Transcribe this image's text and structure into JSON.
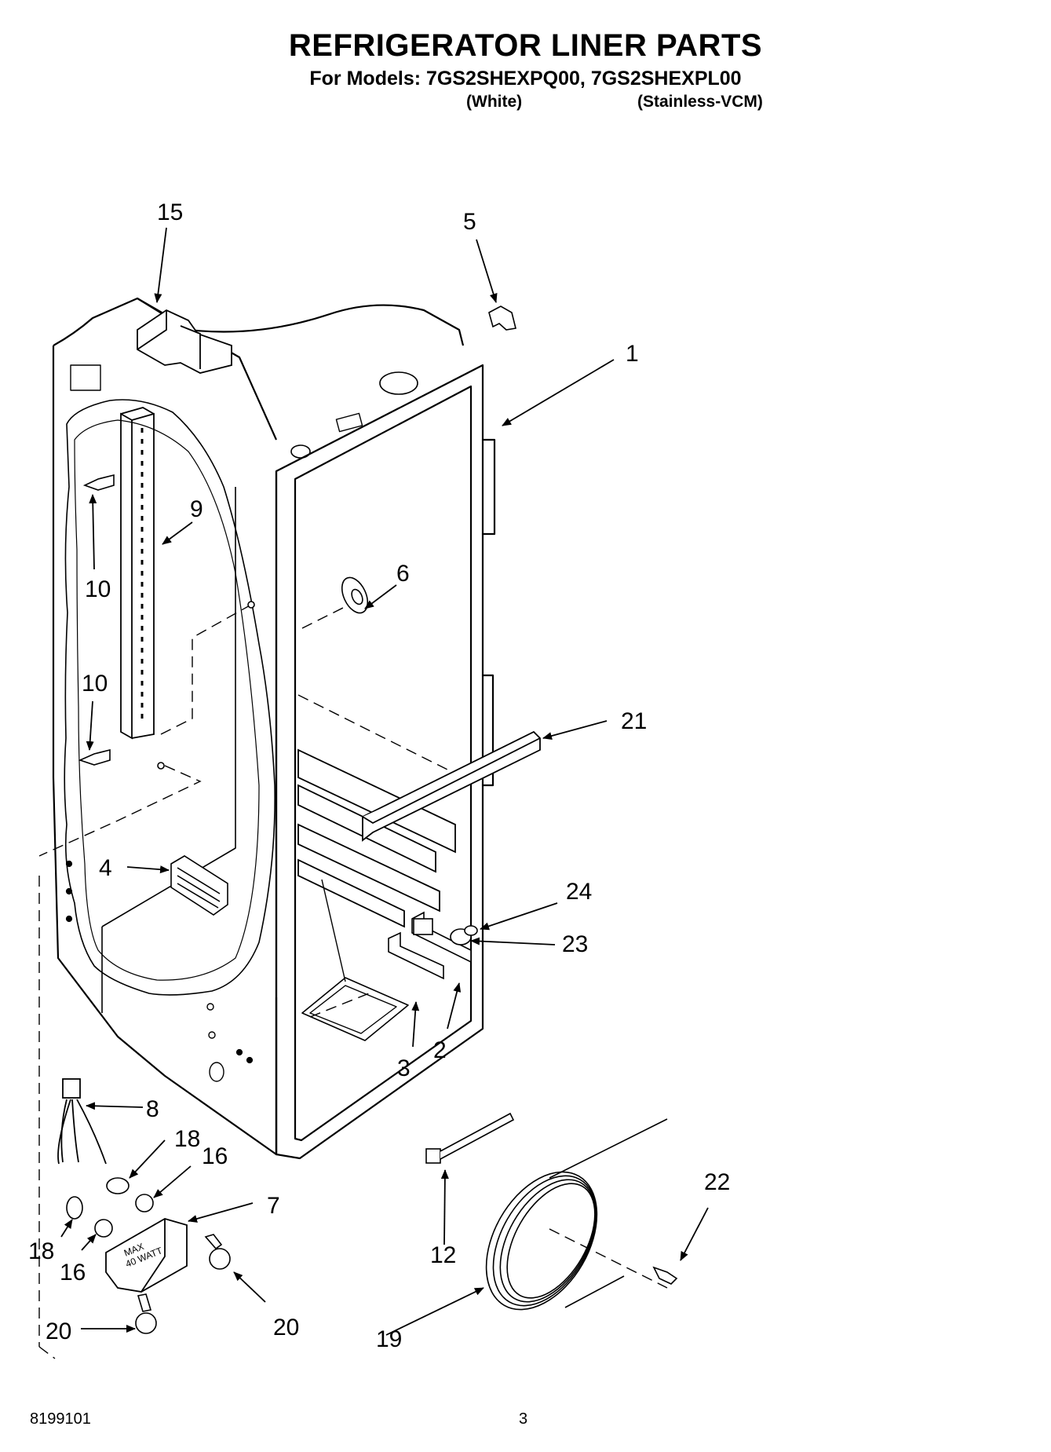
{
  "header": {
    "title": "REFRIGERATOR LINER PARTS",
    "subtitle": "For Models: 7GS2SHEXPQ00, 7GS2SHEXPL00",
    "variant_1": "(White)",
    "variant_2": "(Stainless-VCM)"
  },
  "callouts": {
    "c1": "1",
    "c2": "2",
    "c3": "3",
    "c4": "4",
    "c5": "5",
    "c6": "6",
    "c7": "7",
    "c8": "8",
    "c9": "9",
    "c10a": "10",
    "c10b": "10",
    "c12": "12",
    "c15": "15",
    "c16a": "16",
    "c16b": "16",
    "c18a": "18",
    "c18b": "18",
    "c19": "19",
    "c20a": "20",
    "c20b": "20",
    "c21": "21",
    "c22": "22",
    "c23": "23",
    "c24": "24"
  },
  "lamp_marking": {
    "line1": "MAX",
    "line2": "40 WATT"
  },
  "footer": {
    "doc_number": "8199101",
    "page_number": "3"
  }
}
